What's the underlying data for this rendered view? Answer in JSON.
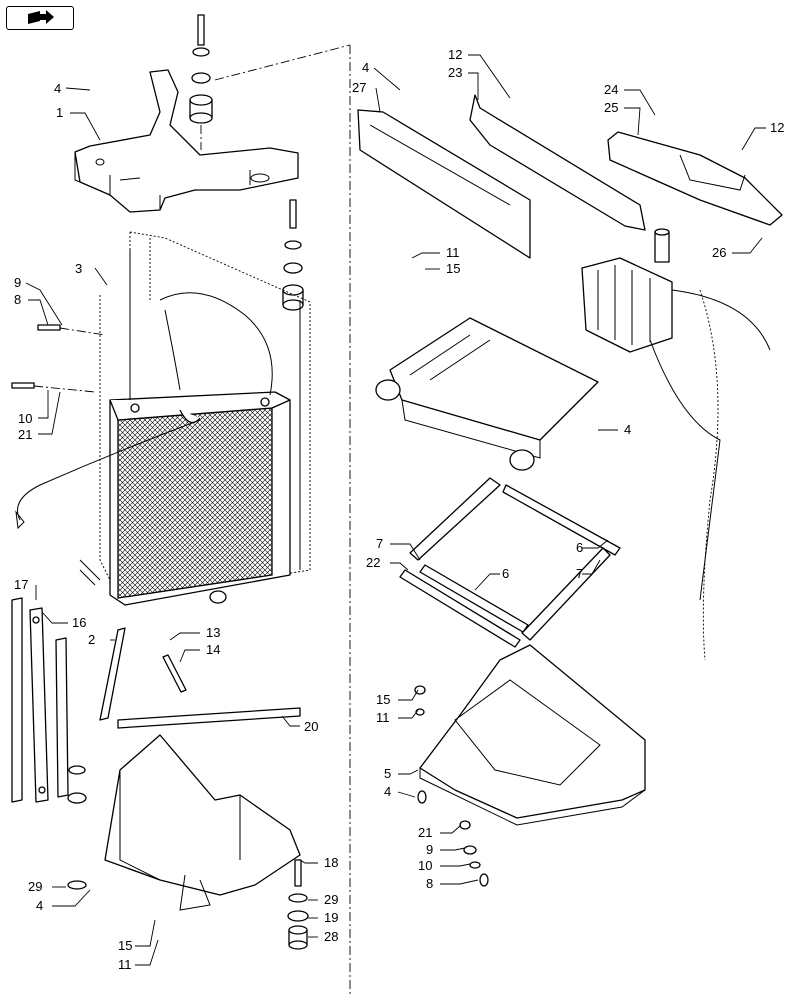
{
  "diagram": {
    "nav_icon": "book-arrow-icon",
    "callouts": {
      "c1": "1",
      "c2": "2",
      "c3": "3",
      "c4a": "4",
      "c4b": "4",
      "c4c": "4",
      "c4d": "4",
      "c4e": "4",
      "c5": "5",
      "c6a": "6",
      "c6b": "6",
      "c7a": "7",
      "c7b": "7",
      "c8a": "8",
      "c8b": "8",
      "c9a": "9",
      "c9b": "9",
      "c10a": "10",
      "c10b": "10",
      "c11a": "11",
      "c11b": "11",
      "c11c": "11",
      "c12a": "12",
      "c12b": "12",
      "c13": "13",
      "c14": "14",
      "c15a": "15",
      "c15b": "15",
      "c15c": "15",
      "c16": "16",
      "c17": "17",
      "c18": "18",
      "c19": "19",
      "c20": "20",
      "c21a": "21",
      "c21b": "21",
      "c22": "22",
      "c23": "23",
      "c24": "24",
      "c25": "25",
      "c26": "26",
      "c27": "27",
      "c28": "28",
      "c29a": "29",
      "c29b": "29"
    }
  }
}
